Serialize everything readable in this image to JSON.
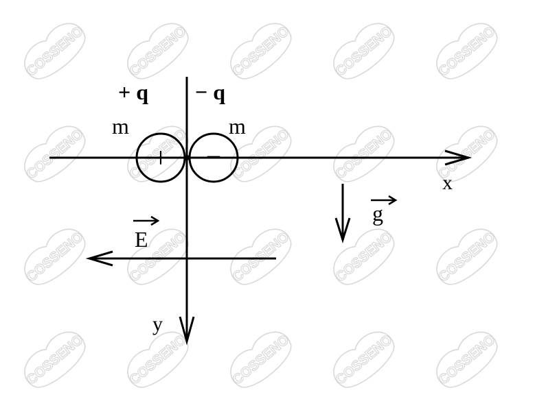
{
  "watermark": {
    "text": "COSSENO",
    "color": "#d8d8d8"
  },
  "diagram": {
    "charges": {
      "positive_label": "+ q",
      "negative_label": "− q",
      "positive_sign": "+",
      "negative_sign": "−",
      "mass_left": "m",
      "mass_right": "m"
    },
    "axes": {
      "x_label": "x",
      "y_label": "y"
    },
    "vectors": {
      "gravity_label": "g",
      "field_label": "E"
    }
  }
}
